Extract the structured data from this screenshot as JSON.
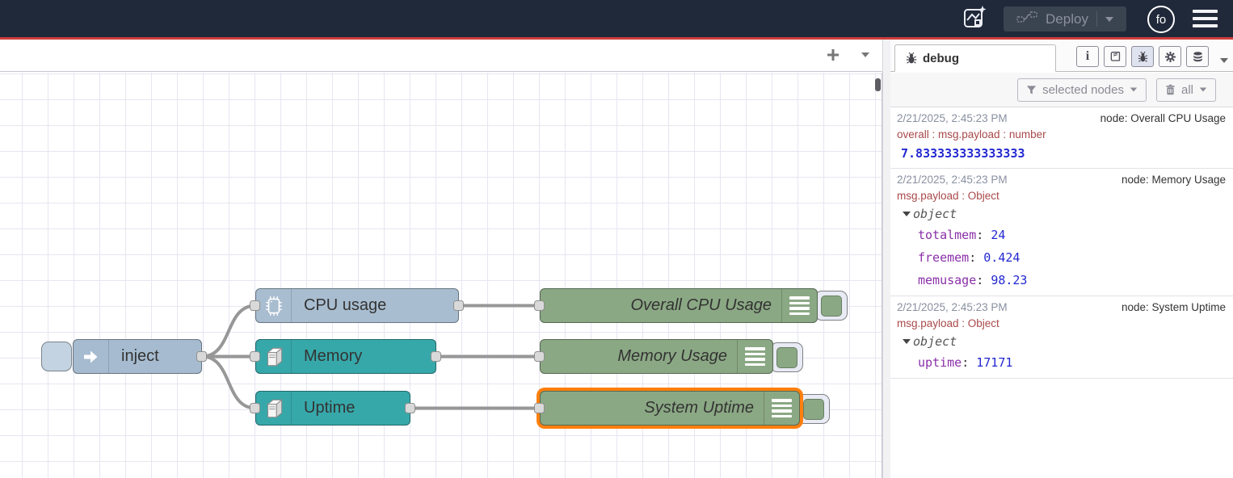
{
  "colors": {
    "header_bg": "#20293a",
    "accent_red": "#d03c3c",
    "node_inject": "#a6bbcf",
    "node_cpu": "#a9bdd0",
    "node_os": "#37a8aa",
    "node_debug": "#8ba884",
    "selection": "#ff7f0e",
    "wire": "#979797",
    "port": "#d9d9d9",
    "grid_line": "#e6e6f2",
    "ts_color": "#8890a0",
    "prop_color": "#a9494a",
    "key_color": "#8a2fa8",
    "value_color": "#2328d2"
  },
  "header": {
    "deploy_label": "Deploy",
    "avatar_text": "fo"
  },
  "icons": {
    "info_glyph": "i",
    "names": [
      "ai-assistant-icon",
      "deploy-nodes-icon",
      "hamburger-menu-icon",
      "add-flow-icon",
      "list-flows-icon",
      "bug-icon",
      "info-icon",
      "book-icon",
      "gear-icon",
      "database-icon",
      "filter-funnel-icon",
      "trash-icon",
      "inject-arrow-icon",
      "cpu-chip-icon",
      "server-icon",
      "debug-lines-icon",
      "caret-down-icon"
    ]
  },
  "canvas": {
    "nodes": [
      {
        "id": "inject",
        "label": "inject",
        "type": "inject"
      },
      {
        "id": "cpu",
        "label": "CPU usage",
        "type": "cpu"
      },
      {
        "id": "memory",
        "label": "Memory",
        "type": "os"
      },
      {
        "id": "uptime",
        "label": "Uptime",
        "type": "os"
      },
      {
        "id": "overall",
        "label": "Overall CPU Usage",
        "type": "debug",
        "selected": false
      },
      {
        "id": "memusage",
        "label": "Memory Usage",
        "type": "debug",
        "selected": false
      },
      {
        "id": "sysuptime",
        "label": "System Uptime",
        "type": "debug",
        "selected": true
      }
    ]
  },
  "sidebar": {
    "tab_label": "debug",
    "filter_label": "selected nodes",
    "clear_label": "all",
    "messages": [
      {
        "timestamp": "2/21/2025, 2:45:23 PM",
        "node": "node: Overall CPU Usage",
        "property": "overall : msg.payload : number",
        "value": "7.833333333333333"
      },
      {
        "timestamp": "2/21/2025, 2:45:23 PM",
        "node": "node: Memory Usage",
        "property": "msg.payload : Object",
        "object_label": "object",
        "fields": [
          {
            "key": "totalmem",
            "value": "24"
          },
          {
            "key": "freemem",
            "value": "0.424"
          },
          {
            "key": "memusage",
            "value": "98.23"
          }
        ]
      },
      {
        "timestamp": "2/21/2025, 2:45:23 PM",
        "node": "node: System Uptime",
        "property": "msg.payload : Object",
        "object_label": "object",
        "fields": [
          {
            "key": "uptime",
            "value": "17171"
          }
        ]
      }
    ]
  }
}
